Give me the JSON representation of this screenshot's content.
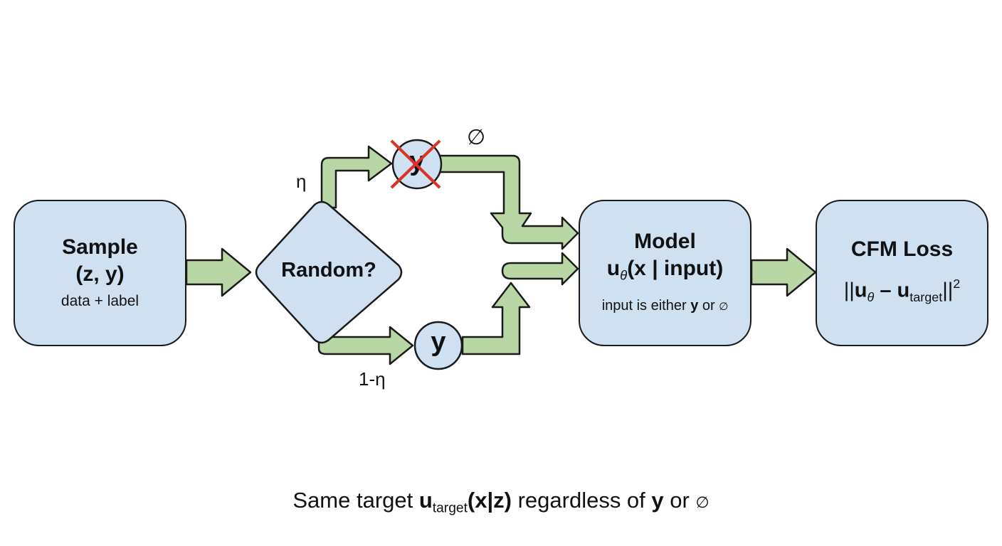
{
  "nodes": {
    "sample": {
      "title": "Sample",
      "title2": "(z, y)",
      "subtitle": "data + label"
    },
    "random": {
      "label": "Random?"
    },
    "dropped_label": {
      "symbol": "y",
      "annotation": "∅",
      "status": "crossed-out"
    },
    "kept_label": {
      "symbol": "y"
    },
    "model": {
      "title": "Model",
      "func_u": "u",
      "func_sub": "θ",
      "func_rest": "(x | input)",
      "note_pre": "input is either ",
      "note_y": "y",
      "note_or": " or ",
      "note_null": "∅"
    },
    "loss": {
      "title": "CFM Loss",
      "f_open": "||",
      "f_u1": "u",
      "f_sub1": "θ",
      "f_minus": " – ",
      "f_u2": "u",
      "f_sub2": "target",
      "f_close": "||",
      "f_exp": "2"
    }
  },
  "edges": {
    "top_branch_prob": "η",
    "bottom_branch_prob": "1-η"
  },
  "caption": {
    "pre": "Same target ",
    "u": "u",
    "sub": "target",
    "args": "(x|z)",
    "mid": " regardless of ",
    "y": "y",
    "or": " or ",
    "null": "∅"
  },
  "colors": {
    "box_fill": "#cfe0f1",
    "arrow_fill": "#b9d6a5",
    "outline": "#1a1a1a",
    "cross": "#d9332a"
  }
}
